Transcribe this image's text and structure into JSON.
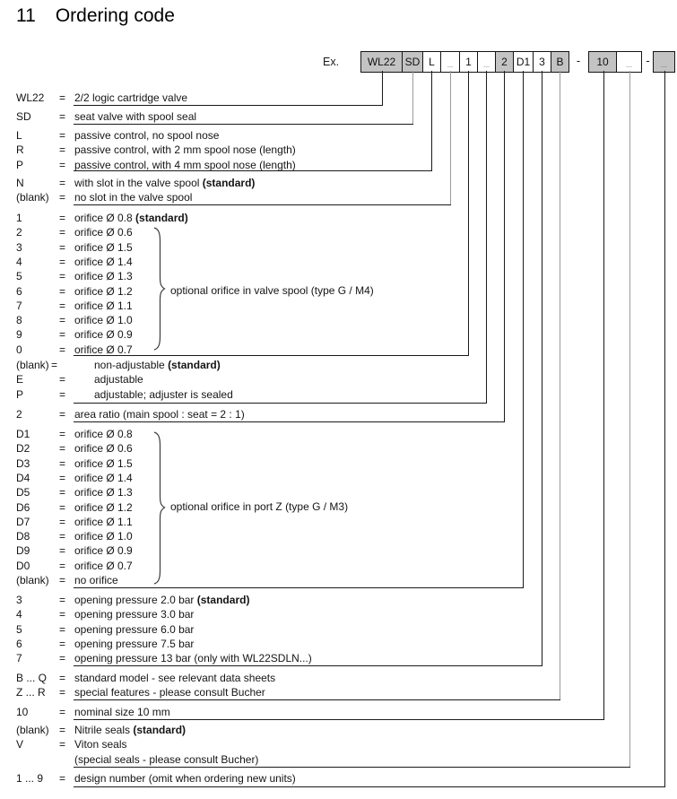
{
  "title": {
    "section_number": "11",
    "text": "Ordering code"
  },
  "example": {
    "label": "Ex.",
    "boxes": [
      {
        "text": "WL22",
        "shade": "gray"
      },
      {
        "text": "SD",
        "shade": "gray"
      },
      {
        "text": "L",
        "shade": "white"
      },
      {
        "text": "_",
        "shade": "white",
        "muted": true
      },
      {
        "text": "1",
        "shade": "white"
      },
      {
        "text": "_",
        "shade": "white",
        "muted": true
      },
      {
        "text": "2",
        "shade": "gray"
      },
      {
        "text": "D1",
        "shade": "white"
      },
      {
        "text": "3",
        "shade": "white"
      },
      {
        "text": "B",
        "shade": "gray"
      },
      {
        "text": "-",
        "separator": true
      },
      {
        "text": "10",
        "shade": "gray"
      },
      {
        "text": "_",
        "shade": "white",
        "muted": true
      },
      {
        "text": "-",
        "separator": true
      },
      {
        "text": "_",
        "shade": "gray",
        "muted": true
      }
    ]
  },
  "groups": [
    {
      "rows": [
        {
          "label": "WL22",
          "desc": "2/2 logic cartridge valve"
        }
      ]
    },
    {
      "rows": [
        {
          "label": "SD",
          "desc": "seat valve with spool seal"
        }
      ]
    },
    {
      "rows": [
        {
          "label": "L",
          "desc": "passive control, no spool nose"
        },
        {
          "label": "R",
          "desc": "passive control, with 2 mm spool nose (length)"
        },
        {
          "label": "P",
          "desc": "passive control, with 4 mm spool nose (length)"
        }
      ]
    },
    {
      "rows": [
        {
          "label": "N",
          "desc": "with slot in the valve spool",
          "bold": "(standard)"
        },
        {
          "label": "(blank)",
          "desc": "no slot in the valve spool"
        }
      ]
    },
    {
      "brace_label": "optional orifice in valve spool (type G / M4)",
      "rows": [
        {
          "label": "1",
          "desc": "orifice Ø 0.8",
          "bold": "(standard)"
        },
        {
          "label": "2",
          "desc": "orifice Ø 0.6"
        },
        {
          "label": "3",
          "desc": "orifice Ø 1.5"
        },
        {
          "label": "4",
          "desc": "orifice Ø 1.4"
        },
        {
          "label": "5",
          "desc": "orifice Ø 1.3"
        },
        {
          "label": "6",
          "desc": "orifice Ø 1.2"
        },
        {
          "label": "7",
          "desc": "orifice Ø 1.1"
        },
        {
          "label": "8",
          "desc": "orifice Ø 1.0"
        },
        {
          "label": "9",
          "desc": "orifice Ø 0.9"
        },
        {
          "label": "0",
          "desc": "orifice Ø 0.7"
        }
      ]
    },
    {
      "rows": [
        {
          "label": "(blank)",
          "eq_tight": true,
          "desc": "non-adjustable",
          "bold": "(standard)"
        },
        {
          "label": "E",
          "desc": "adjustable"
        },
        {
          "label": "P",
          "desc": "adjustable; adjuster is sealed"
        }
      ]
    },
    {
      "rows": [
        {
          "label": "2",
          "desc": "area ratio (main spool : seat = 2 : 1)"
        }
      ]
    },
    {
      "brace_label": "optional orifice in port Z (type G / M3)",
      "rows": [
        {
          "label": "D1",
          "desc": "orifice Ø 0.8"
        },
        {
          "label": "D2",
          "desc": "orifice Ø 0.6"
        },
        {
          "label": "D3",
          "desc": "orifice Ø 1.5"
        },
        {
          "label": "D4",
          "desc": "orifice Ø 1.4"
        },
        {
          "label": "D5",
          "desc": "orifice Ø 1.3"
        },
        {
          "label": "D6",
          "desc": "orifice Ø 1.2"
        },
        {
          "label": "D7",
          "desc": "orifice Ø 1.1"
        },
        {
          "label": "D8",
          "desc": "orifice Ø 1.0"
        },
        {
          "label": "D9",
          "desc": "orifice Ø 0.9"
        },
        {
          "label": "D0",
          "desc": "orifice Ø 0.7"
        },
        {
          "label": "(blank)",
          "desc": "no orifice"
        }
      ]
    },
    {
      "rows": [
        {
          "label": "3",
          "desc": "opening pressure 2.0 bar",
          "bold": "(standard)"
        },
        {
          "label": "4",
          "desc": "opening pressure 3.0 bar"
        },
        {
          "label": "5",
          "desc": "opening pressure 6.0 bar"
        },
        {
          "label": "6",
          "desc": "opening pressure 7.5 bar"
        },
        {
          "label": "7",
          "desc": "opening pressure 13 bar (only with WL22SDLN...)"
        }
      ]
    },
    {
      "rows": [
        {
          "label": "B ... Q",
          "desc": "standard model - see relevant data sheets"
        },
        {
          "label": "Z ... R",
          "desc": "special features - please consult Bucher"
        }
      ]
    },
    {
      "rows": [
        {
          "label": "10",
          "desc": "nominal size 10 mm"
        }
      ]
    },
    {
      "rows": [
        {
          "label": "(blank)",
          "desc": "Nitrile seals",
          "bold": "(standard)"
        },
        {
          "label": "V",
          "desc": "Viton seals"
        },
        {
          "label": "",
          "desc": "(special seals - please consult Bucher)"
        }
      ]
    },
    {
      "rows": [
        {
          "label": "1 ... 9",
          "desc": "design number (omit when ordering new units)"
        }
      ]
    }
  ],
  "colors": {
    "box_gray": "#c3c3c3",
    "box_border": "#151515",
    "line_black": "#1a1a1a",
    "line_gray": "#9a9a9a",
    "text": "#141414"
  }
}
